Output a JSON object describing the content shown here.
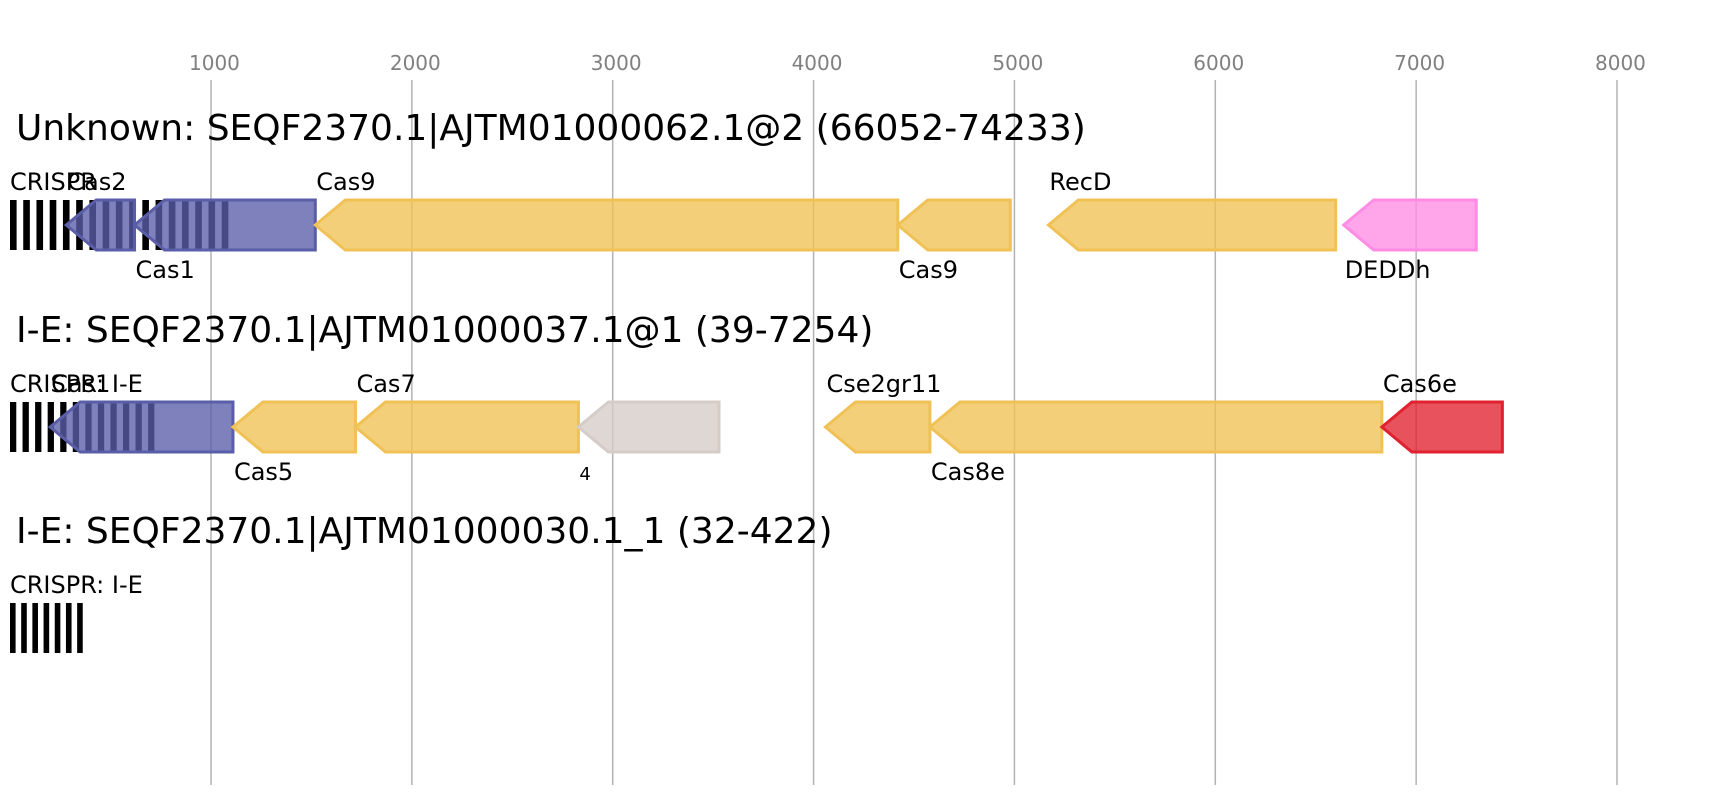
{
  "axis": {
    "ticks": [
      1000,
      2000,
      3000,
      4000,
      5000,
      6000,
      7000,
      8000
    ],
    "range": [
      0,
      8600
    ],
    "tick_color": "#808080",
    "grid_color": "#b3b3b3"
  },
  "legend_colors": {
    "adaptation": "#5a5ea8",
    "effector": "#f0c155",
    "other": "#d6ccc7",
    "cas6": "#e0212f",
    "nuclease": "#ff8ce4"
  },
  "loci": [
    {
      "title": "Unknown: SEQF2370.1|AJTM01000062.1@2 (66052-74233)",
      "crispr": {
        "label": "CRISPR",
        "start": 0,
        "end": 1120,
        "repeats": 17
      },
      "genes": [
        {
          "label": "Cas2",
          "start": 280,
          "end": 620,
          "strand": "-",
          "category": "adaptation",
          "label_pos": "above"
        },
        {
          "label": "Cas1",
          "start": 620,
          "end": 1520,
          "strand": "-",
          "category": "adaptation",
          "label_pos": "below"
        },
        {
          "label": "Cas9",
          "start": 1520,
          "end": 4420,
          "strand": "-",
          "category": "effector",
          "label_pos": "above"
        },
        {
          "label": "Cas9",
          "start": 4420,
          "end": 4980,
          "strand": "-",
          "category": "effector",
          "label_pos": "below"
        },
        {
          "label": "RecD",
          "start": 5170,
          "end": 6600,
          "strand": "-",
          "category": "effector",
          "label_pos": "above"
        },
        {
          "label": "DEDDh",
          "start": 6640,
          "end": 7300,
          "strand": "-",
          "category": "nuclease",
          "label_pos": "below"
        }
      ]
    },
    {
      "title": "I-E: SEQF2370.1|AJTM01000037.1@1 (39-7254)",
      "crispr": {
        "label": "CRISPR: I-E",
        "start": 0,
        "end": 750,
        "repeats": 12
      },
      "genes": [
        {
          "label": "Cas1",
          "start": 200,
          "end": 1110,
          "strand": "-",
          "category": "adaptation",
          "label_pos": "above"
        },
        {
          "label": "Cas5",
          "start": 1110,
          "end": 1720,
          "strand": "-",
          "category": "effector",
          "label_pos": "below"
        },
        {
          "label": "Cas7",
          "start": 1720,
          "end": 2830,
          "strand": "-",
          "category": "effector",
          "label_pos": "above"
        },
        {
          "label": "4",
          "start": 2830,
          "end": 3530,
          "strand": "-",
          "category": "other",
          "label_pos": "below",
          "small": true
        },
        {
          "label": "Cse2gr11",
          "start": 4060,
          "end": 4580,
          "strand": "-",
          "category": "effector",
          "label_pos": "above"
        },
        {
          "label": "Cas8e",
          "start": 4580,
          "end": 6830,
          "strand": "-",
          "category": "effector",
          "label_pos": "below"
        },
        {
          "label": "Cas6e",
          "start": 6830,
          "end": 7430,
          "strand": "-",
          "category": "cas6",
          "label_pos": "above"
        }
      ]
    },
    {
      "title": "I-E: SEQF2370.1|AJTM01000030.1_1 (32-422)",
      "crispr": {
        "label": "CRISPR: I-E",
        "start": 0,
        "end": 390,
        "repeats": 7
      },
      "genes": []
    }
  ]
}
